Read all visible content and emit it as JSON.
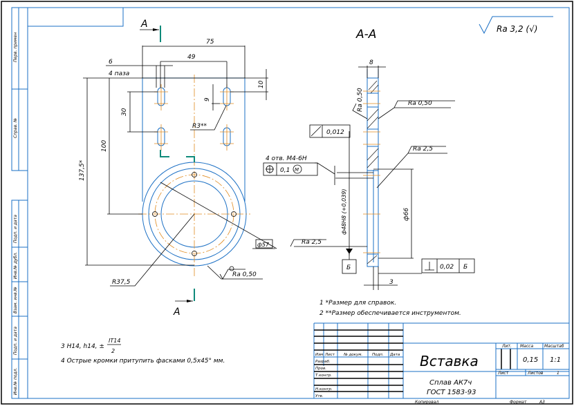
{
  "drawing": {
    "title": "Вставка",
    "material_line1": "Сплав АК7ч",
    "material_line2": "ГОСТ 1583-93",
    "mass": "0,15",
    "scale": "1:1",
    "sheets_label": "Листов",
    "sheets_value": "1",
    "sheet_label": "Лист",
    "lit_label": "Лит.",
    "mass_label": "Масса",
    "scale_label": "Масштаб",
    "copied_label": "Копировал",
    "format_label": "Формат",
    "format_value": "А3"
  },
  "title_block": {
    "header": [
      "Изм",
      "Лист",
      "№ докум.",
      "Подп.",
      "Дата"
    ],
    "roles": [
      "Разраб.",
      "Пров.",
      "Т.контр.",
      "",
      "Н.контр.",
      "Утв."
    ]
  },
  "side_stamps": [
    "Перв. примен",
    "Справ. №",
    "Подп. и дата",
    "Инв.№ дубл.",
    "Взам. инв.№",
    "Подп. и дата",
    "Инв.№ подл."
  ],
  "roughness_general": "Ra 3,2 (√)",
  "section_label": "А-А",
  "cut_label_top": "А",
  "cut_label_bottom": "А",
  "dimensions": {
    "width_75": "75",
    "slot_spacing_49": "49",
    "slot_width_6": "6",
    "slot_count": "4 паза",
    "top_10": "10",
    "slot_9": "9",
    "slot_30": "30",
    "r3": "R3**",
    "dim_100": "100",
    "dim_137": "137,5*",
    "r37": "R37,5",
    "phi57": "ф57",
    "ra_050_front": "Ra 0,50",
    "thickness_8": "8",
    "ra_050_side": "Ra 0,50",
    "ra_050_side2": "Ra 0,50",
    "runout": "0,012",
    "holes": "4 отв. M4-6H",
    "position_tol": "0,1",
    "ra_25_a": "Ra 2,5",
    "ra_25_b": "Ra 2,5",
    "phi48": "ф48H8 (+0,039)",
    "phi66": "ф66",
    "datum": "Б",
    "perp_tol": "0,02",
    "perp_datum": "Б",
    "dim_3": "3"
  },
  "notes": [
    "1  *Размер для справок.",
    "2  **Размер обеспечивается инструментом.",
    "3  H14, h14, ±",
    "4  Острые кромки притупить фасками 0,5x45° мм."
  ],
  "note3_fraction_top": "IT14",
  "note3_fraction_bottom": "2"
}
